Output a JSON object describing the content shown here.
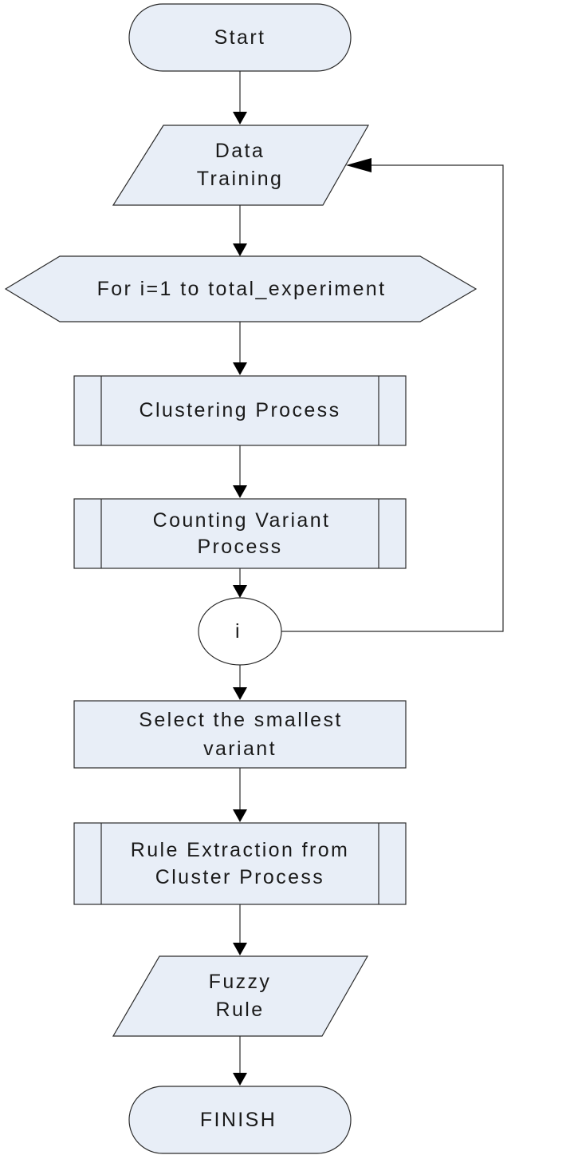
{
  "nodes": {
    "start": {
      "label": "Start"
    },
    "data_training": {
      "line1": "Data",
      "line2": "Training"
    },
    "loop": {
      "label": "For i=1 to total_experiment"
    },
    "clustering": {
      "label": "Clustering Process"
    },
    "counting": {
      "line1": "Counting Variant",
      "line2": "Process"
    },
    "connector": {
      "label": "i"
    },
    "select": {
      "line1": "Select the smallest",
      "line2": "variant"
    },
    "rule_extraction": {
      "line1": "Rule Extraction from",
      "line2": "Cluster Process"
    },
    "fuzzy_rule": {
      "line1": "Fuzzy",
      "line2": "Rule"
    },
    "finish": {
      "label": "FINISH"
    }
  }
}
